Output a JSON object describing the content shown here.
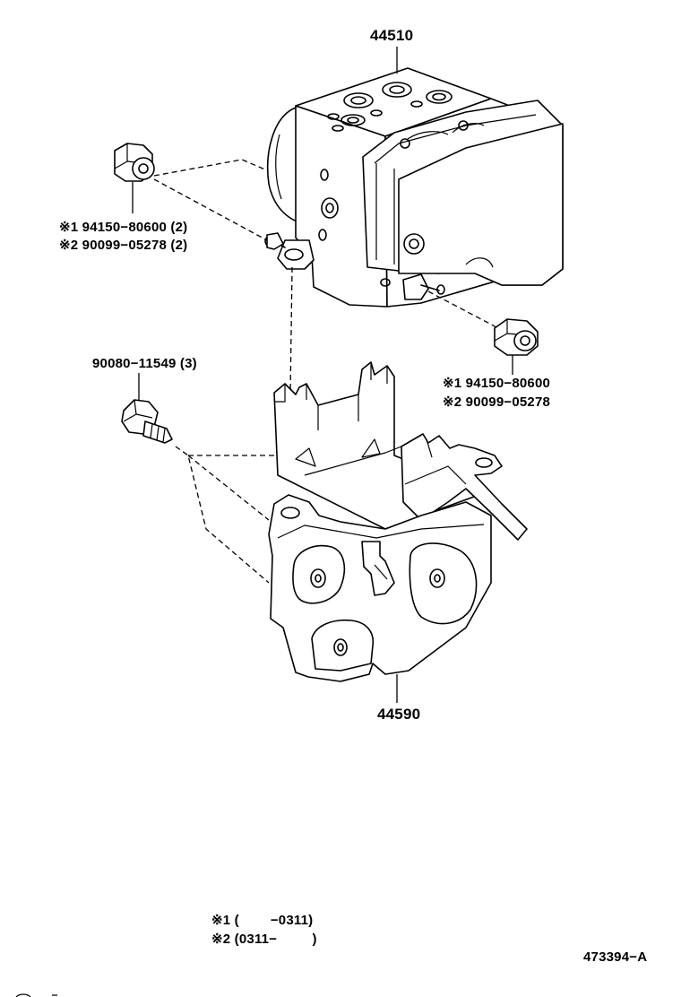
{
  "parts": {
    "actuator": {
      "number": "44510"
    },
    "bracket": {
      "number": "44590"
    },
    "nut_upper": {
      "line1": "※1 94150−80600 (2)",
      "line2": "※2 90099−05278 (2)"
    },
    "nut_right": {
      "line1": "※1 94150−80600",
      "line2": "※2 90099−05278"
    },
    "bolt": {
      "number": "90080−11549 (3)"
    }
  },
  "footnotes": {
    "note1": "※1 (        −0311)",
    "note2": "※2 (0311−         )"
  },
  "diagram_id": "473394−A"
}
